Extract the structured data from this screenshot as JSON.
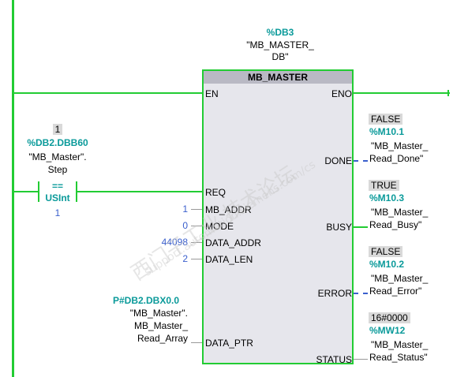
{
  "instance": {
    "db": "%DB3",
    "name_line1": "\"MB_MASTER_",
    "name_line2": "DB\""
  },
  "block": {
    "title": "MB_MASTER",
    "inputs": {
      "en": "EN",
      "req": "REQ",
      "mb_addr": "MB_ADDR",
      "mode": "MODE",
      "data_addr": "DATA_ADDR",
      "data_len": "DATA_LEN",
      "data_ptr": "DATA_PTR"
    },
    "outputs": {
      "eno": "ENO",
      "done": "DONE",
      "busy": "BUSY",
      "error": "ERROR",
      "status": "STATUS"
    }
  },
  "compare": {
    "monitor_value": "1",
    "operand": "%DB2.DBB60",
    "tag_line1": "\"MB_Master\".",
    "tag_line2": "Step",
    "op": "==",
    "type": "USInt",
    "value": "1"
  },
  "input_values": {
    "mb_addr": "1",
    "mode": "0",
    "data_addr": "44098",
    "data_len": "2"
  },
  "data_ptr": {
    "pointer": "P#DB2.DBX0.0",
    "line1": "\"MB_Master\".",
    "line2": "MB_Master_",
    "line3": "Read_Array"
  },
  "done_out": {
    "monitor": "FALSE",
    "address": "%M10.1",
    "line1": "\"MB_Master_",
    "line2": "Read_Done\""
  },
  "busy_out": {
    "monitor": "TRUE",
    "address": "%M10.3",
    "line1": "\"MB_Master_",
    "line2": "Read_Busy\""
  },
  "error_out": {
    "monitor": "FALSE",
    "address": "%M10.2",
    "line1": "\"MB_Master_",
    "line2": "Read_Error\""
  },
  "status_out": {
    "monitor": "16#0000",
    "address": "%MW12",
    "line1": "\"MB_Master_",
    "line2": "Read_Status\""
  },
  "watermark": {
    "cn": "西门子工业 技术论坛",
    "url": "support.automation.siemens.com/cs"
  },
  "colors": {
    "power_flow": "#22cc33",
    "operand": "#0a9a9a",
    "constant": "#3a5fcd",
    "block_body": "#e6e6ec",
    "block_title": "#b9b9c4"
  }
}
